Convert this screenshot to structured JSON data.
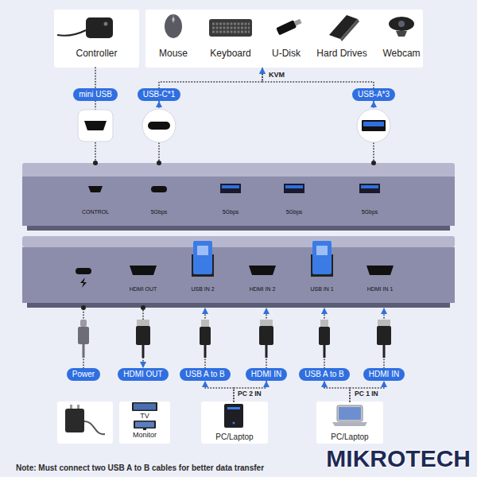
{
  "diagram": {
    "nodes": [
      {
        "text": [
          "Controller"
        ]
      },
      {
        "text": [
          "Mouse",
          "Keyboard",
          "U-Disk",
          "Hard Drives",
          "Webcam"
        ]
      },
      {
        "text": [
          "mini USB"
        ]
      },
      {
        "text": [
          "USB-C*1"
        ]
      },
      {
        "text": [
          "USB-A*3"
        ]
      },
      {
        "text": [
          "CONTROL",
          "5Gbps",
          "5Gbps",
          "5Gbps",
          "5Gbps"
        ]
      },
      {
        "text": [
          "HDMI OUT",
          "USB IN 2",
          "HDMI IN 2",
          "USB IN 1",
          "HDMI IN 1"
        ]
      },
      {
        "text": [
          "Power"
        ]
      },
      {
        "text": [
          "HDMI OUT"
        ]
      },
      {
        "text": [
          "USB A to B"
        ]
      },
      {
        "text": [
          "HDMI IN"
        ]
      },
      {
        "text": [
          "USB A to B"
        ]
      },
      {
        "text": [
          "HDMI IN"
        ]
      },
      {
        "text": [
          "TV",
          "Monitor"
        ]
      },
      {
        "text": [
          "PC/Laptop"
        ]
      },
      {
        "text": [
          "PC/Laptop"
        ]
      }
    ],
    "edges": [
      {
        "from": 0,
        "to": 2,
        "arrow": "none"
      },
      {
        "from": 3,
        "to": 1,
        "arrow": "to"
      },
      {
        "from": 4,
        "to": 1,
        "arrow": "to"
      },
      {
        "from": 2,
        "to": 5,
        "arrow": "none"
      },
      {
        "from": 5,
        "to": 3,
        "arrow": "to"
      },
      {
        "from": 5,
        "to": 4,
        "arrow": "to"
      },
      {
        "from": 7,
        "to": 6,
        "arrow": "none"
      },
      {
        "from": 6,
        "to": 8,
        "arrow": "to"
      },
      {
        "from": 9,
        "to": 6,
        "arrow": "to"
      },
      {
        "from": 10,
        "to": 6,
        "arrow": "to"
      },
      {
        "from": 11,
        "to": 6,
        "arrow": "to"
      },
      {
        "from": 12,
        "to": 6,
        "arrow": "to"
      },
      {
        "from": 14,
        "to": 9,
        "arrow": "to"
      },
      {
        "from": 14,
        "to": 10,
        "arrow": "to"
      },
      {
        "from": 15,
        "to": 11,
        "arrow": "to"
      },
      {
        "from": 15,
        "to": 12,
        "arrow": "to"
      }
    ],
    "labels": [
      "KVM",
      "PC 2 IN",
      "PC 1 IN",
      "Note: Must connect two USB A to B cables for better data transfer",
      "MIKROTECH"
    ]
  }
}
